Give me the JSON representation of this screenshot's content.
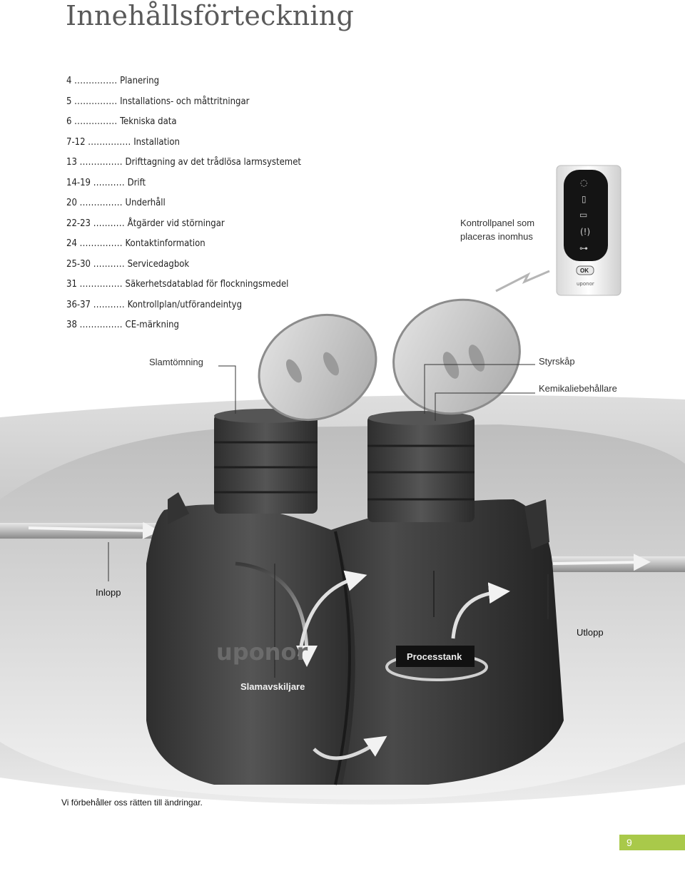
{
  "page_title": "Innehållsförteckning",
  "toc": [
    {
      "pages": "4",
      "dots": "...............",
      "title": "Planering"
    },
    {
      "pages": "5",
      "dots": "...............",
      "title": "Installations- och måttritningar"
    },
    {
      "pages": "6",
      "dots": "...............",
      "title": "Tekniska data"
    },
    {
      "pages": "7-12",
      "dots": "...............",
      "title": "Installation"
    },
    {
      "pages": "13",
      "dots": "...............",
      "title": "Drifttagning av det trådlösa larmsystemet"
    },
    {
      "pages": "14-19",
      "dots": "...........",
      "title": "Drift"
    },
    {
      "pages": "20",
      "dots": "...............",
      "title": "Underhåll"
    },
    {
      "pages": "22-23",
      "dots": "...........",
      "title": "Åtgärder vid störningar"
    },
    {
      "pages": "24",
      "dots": "...............",
      "title": "Kontaktinformation"
    },
    {
      "pages": "25-30",
      "dots": "...........",
      "title": "Servicedagbok"
    },
    {
      "pages": "31",
      "dots": "...............",
      "title": "Säkerhetsdatablad för flockningsmedel"
    },
    {
      "pages": "36-37",
      "dots": "...........",
      "title": "Kontrollplan/utförandeintyg"
    },
    {
      "pages": "38",
      "dots": "...............",
      "title": "CE-märkning"
    }
  ],
  "labels": {
    "control_panel_line1": "Kontrollpanel som",
    "control_panel_line2": "placeras inomhus",
    "sludge_emptying": "Slamtömning",
    "control_cabinet": "Styrskåp",
    "chemical_container": "Kemikaliebehållare",
    "inlet": "Inlopp",
    "outlet": "Utlopp",
    "process_tank": "Processtank",
    "sludge_separator": "Slamavskiljare"
  },
  "tank_brand": "uponor",
  "panel_brand": "uponor",
  "panel_ok": "OK",
  "disclaimer": "Vi förbehåller oss rätten till ändringar.",
  "page_number": "9",
  "colors": {
    "accent": "#a9c94a",
    "tank": "#3d3d3d",
    "ground": "#cfcfcf"
  }
}
